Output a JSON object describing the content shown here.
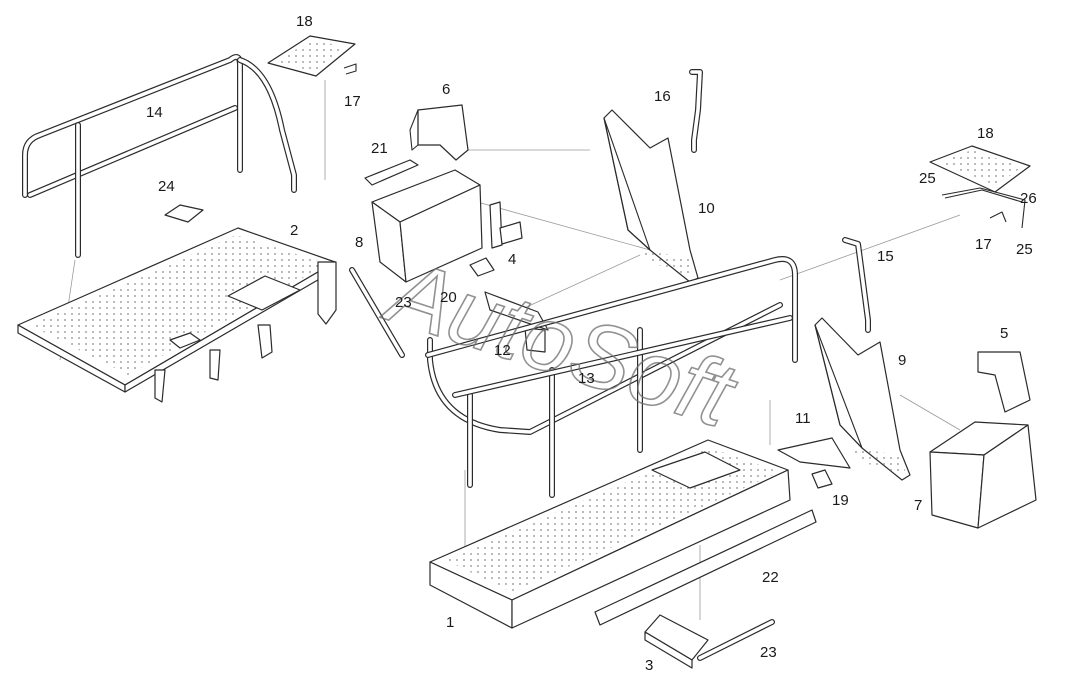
{
  "watermark": "AutoSoft",
  "callouts": {
    "c1": "1",
    "c2": "2",
    "c3": "3",
    "c4": "4",
    "c5": "5",
    "c6": "6",
    "c7": "7",
    "c8": "8",
    "c9": "9",
    "c10": "10",
    "c11": "11",
    "c12": "12",
    "c13": "13",
    "c14": "14",
    "c15": "15",
    "c16": "16",
    "c17a": "17",
    "c17b": "17",
    "c18a": "18",
    "c18b": "18",
    "c19": "19",
    "c20": "20",
    "c21": "21",
    "c22": "22",
    "c23a": "23",
    "c23b": "23",
    "c24": "24",
    "c25a": "25",
    "c25b": "25",
    "c26": "26"
  }
}
